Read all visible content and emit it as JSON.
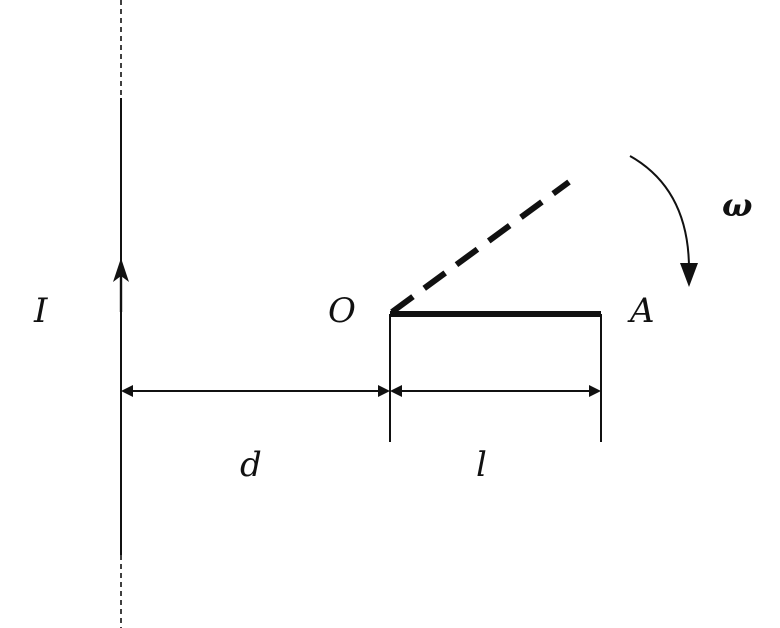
{
  "labels": {
    "current": "I",
    "pivot": "O",
    "rod_end": "A",
    "distance": "d",
    "length": "l",
    "angular_velocity": "ω"
  },
  "colors": {
    "ink": "#111111",
    "background": "#ffffff"
  }
}
